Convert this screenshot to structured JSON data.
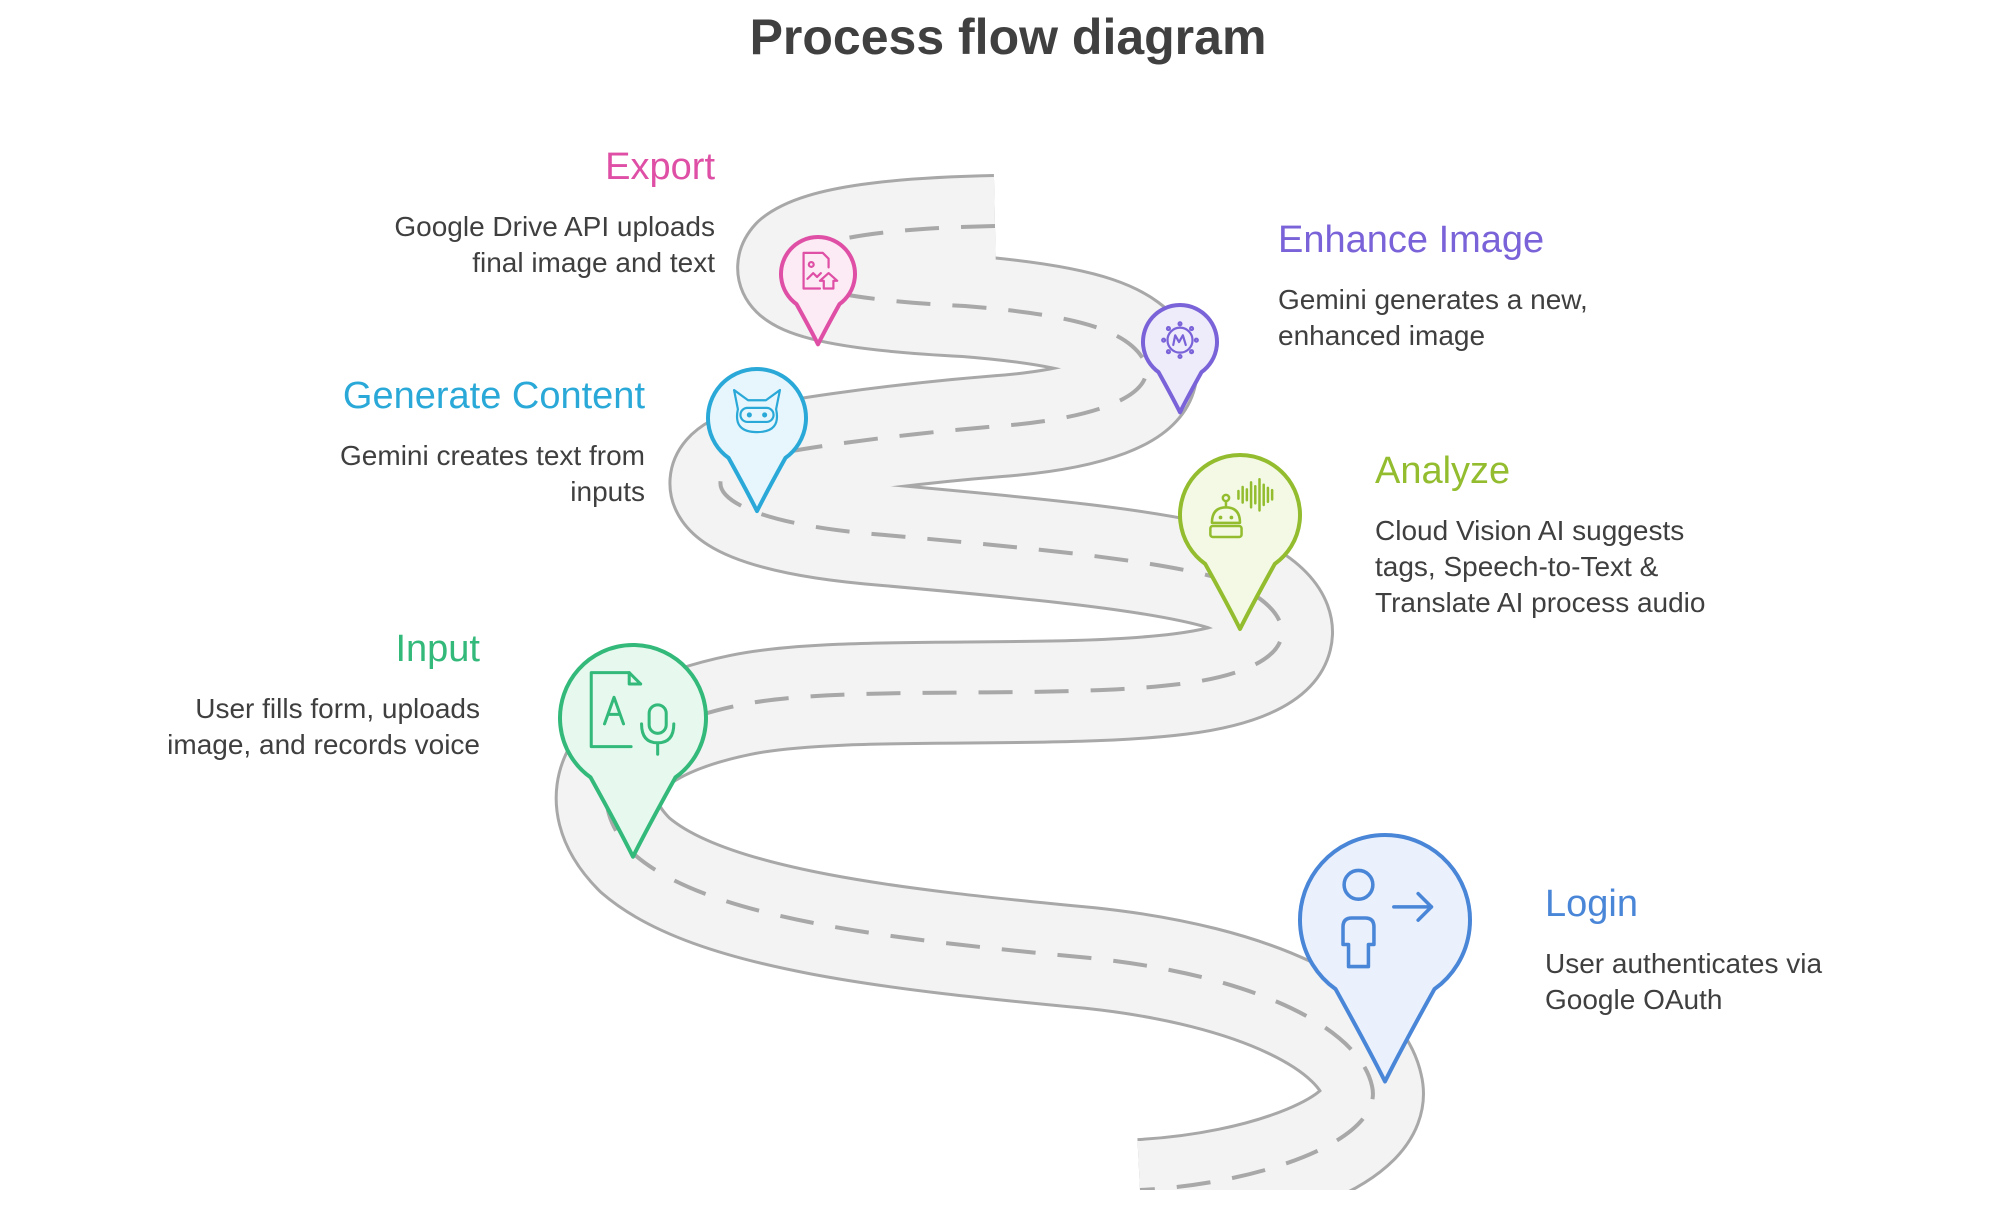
{
  "title": "Process flow diagram",
  "colors": {
    "road_fill": "#f3f3f3",
    "road_edge": "#a8a8a8",
    "text_body": "#3f3f3f",
    "title": "#404040"
  },
  "steps": [
    {
      "id": "login",
      "title": "Login",
      "description": "User authenticates via\nGoogle OAuth",
      "color": "#4a86d8",
      "fill": "#eaf1fc",
      "icon": "user-login-icon"
    },
    {
      "id": "input",
      "title": "Input",
      "description": "User fills form, uploads\nimage, and records voice",
      "color": "#33b97a",
      "fill": "#e7f8ef",
      "icon": "document-microphone-icon"
    },
    {
      "id": "analyze",
      "title": "Analyze",
      "description": "Cloud Vision AI suggests\ntags, Speech-to-Text &\nTranslate AI process audio",
      "color": "#93bd2f",
      "fill": "#f3f9e4",
      "icon": "robot-soundwave-icon"
    },
    {
      "id": "generate",
      "title": "Generate Content",
      "description": "Gemini creates text from\ninputs",
      "color": "#2aa9d8",
      "fill": "#e6f6fc",
      "icon": "robot-face-icon"
    },
    {
      "id": "enhance",
      "title": "Enhance Image",
      "description": "Gemini generates a new,\nenhanced image",
      "color": "#7a62d8",
      "fill": "#eeebfb",
      "icon": "sparkle-badge-icon"
    },
    {
      "id": "export",
      "title": "Export",
      "description": "Google Drive API uploads\nfinal image and text",
      "color": "#de4fa5",
      "fill": "#fceaf4",
      "icon": "image-upload-icon"
    }
  ]
}
